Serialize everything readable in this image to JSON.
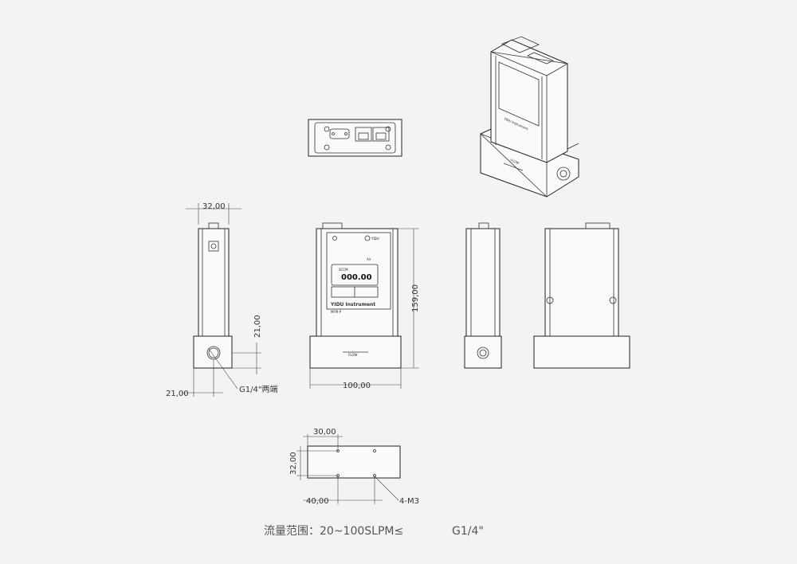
{
  "dimensions": {
    "side_width": "32,00",
    "side_height": "21,00",
    "side_offset": "21,00",
    "port_note": "G1/4\"两端",
    "front_height": "159,00",
    "front_width": "100,00",
    "bottom_x": "30,00",
    "bottom_y": "32,00",
    "bottom_x2": "40,00",
    "hole_note": "4-M3"
  },
  "display": {
    "brand": "YIDU",
    "unit": "SCCM",
    "value": "000.00",
    "gas": "Air",
    "brand_label": "YIDU Instrument",
    "model": "MFM-P"
  },
  "iso_label": "YIDU Instrument",
  "flow_label": "FLOW",
  "spec": {
    "range": "流量范围：20~100SLPM≤",
    "thread": "G1/4\""
  }
}
